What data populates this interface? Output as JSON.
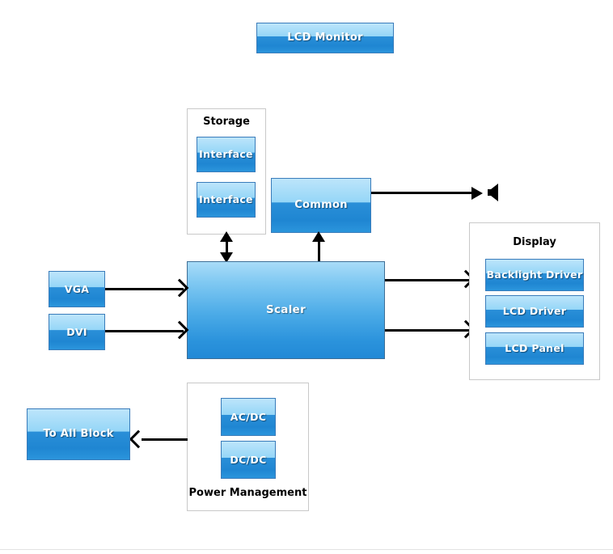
{
  "diagram": {
    "title_block": {
      "label": "LCD Monitor"
    },
    "storage_group": {
      "title": "Storage",
      "blocks": [
        {
          "label": "Interface"
        },
        {
          "label": "Interface"
        }
      ]
    },
    "common_block": {
      "label": "Common"
    },
    "scaler_block": {
      "label": "Scaler"
    },
    "inputs": [
      {
        "label": "VGA"
      },
      {
        "label": "DVI"
      }
    ],
    "display_group": {
      "title": "Display",
      "blocks": [
        {
          "label": "Backlight Driver"
        },
        {
          "label": "LCD Driver"
        },
        {
          "label": "LCD Panel"
        }
      ]
    },
    "power_group": {
      "title": "Power Management",
      "blocks": [
        {
          "label": "AC/DC"
        },
        {
          "label": "DC/DC"
        }
      ]
    },
    "power_output_block": {
      "label": "To All Block"
    },
    "audio_icon": {
      "name": "speaker-icon"
    },
    "colors": {
      "block_top": "#bde5fb",
      "block_bottom": "#1f86d2",
      "block_border": "#3a7cba",
      "group_border": "#c9c9c9",
      "connector": "#000000",
      "background": "#ffffff",
      "title_text": "#000000",
      "block_text": "#ffffff"
    }
  }
}
